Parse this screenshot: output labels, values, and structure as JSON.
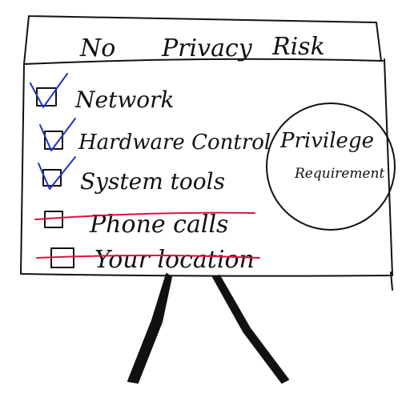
{
  "header": {
    "tabs": [
      {
        "label": "No"
      },
      {
        "label": "Privacy"
      },
      {
        "label": "Risk"
      }
    ]
  },
  "checklist": {
    "items": [
      {
        "label": "Network",
        "checked": true,
        "struck": false
      },
      {
        "label": "Hardware Control",
        "checked": true,
        "struck": false
      },
      {
        "label": "System tools",
        "checked": true,
        "struck": false
      },
      {
        "label": "Phone calls",
        "checked": false,
        "struck": true
      },
      {
        "label": "Your location",
        "checked": false,
        "struck": true
      }
    ]
  },
  "badge": {
    "line1": "Privilege",
    "line2": "Requirement"
  },
  "colors": {
    "ink": "#111111",
    "check": "#1c33c9",
    "strike": "#e0103c",
    "background": "#ffffff"
  }
}
